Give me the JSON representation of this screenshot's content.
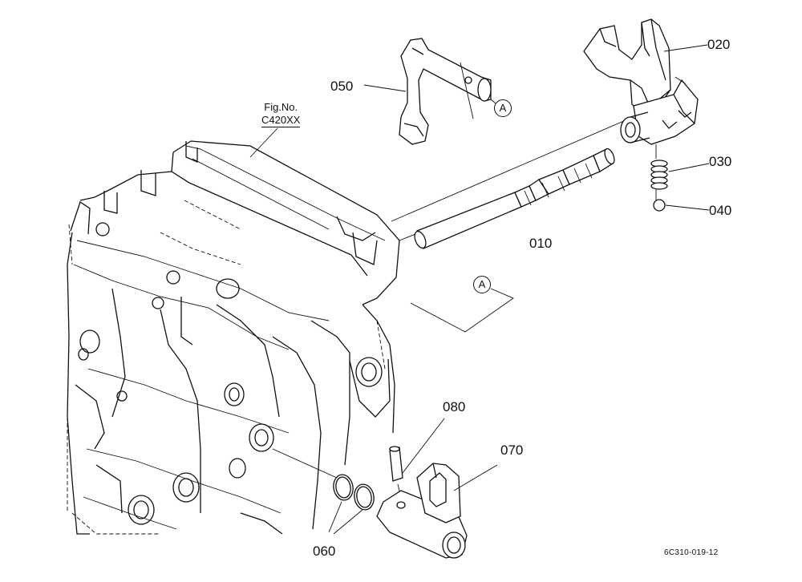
{
  "figure": {
    "ref_label": "Fig.No.",
    "ref_code": "C420XX",
    "drawing_code": "6C310-019-12"
  },
  "callouts": {
    "p010": "010",
    "p020": "020",
    "p030": "030",
    "p040": "040",
    "p050": "050",
    "p060": "060",
    "p070": "070",
    "p080": "080",
    "marker_a": "A"
  }
}
